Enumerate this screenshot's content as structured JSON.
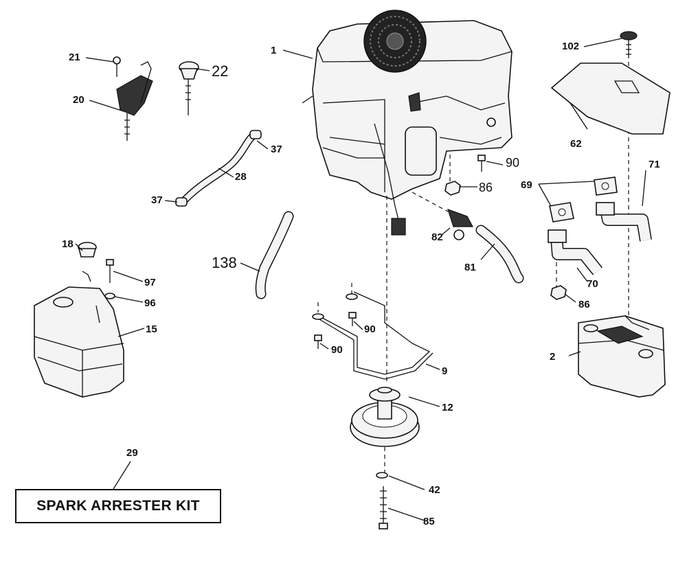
{
  "diagram": {
    "kit_label": "SPARK ARRESTER KIT",
    "callouts": {
      "c1": "1",
      "c2": "2",
      "c9": "9",
      "c12": "12",
      "c15": "15",
      "c18": "18",
      "c20": "20",
      "c21": "21",
      "c22": "22",
      "c28": "28",
      "c29": "29",
      "c37a": "37",
      "c37b": "37",
      "c42": "42",
      "c62": "62",
      "c69": "69",
      "c70": "70",
      "c71": "71",
      "c81": "81",
      "c82": "82",
      "c85": "85",
      "c86a": "86",
      "c86b": "86",
      "c90a": "90",
      "c90b": "90",
      "c90c": "90",
      "c96": "96",
      "c97": "97",
      "c102": "102",
      "c138": "138"
    }
  }
}
